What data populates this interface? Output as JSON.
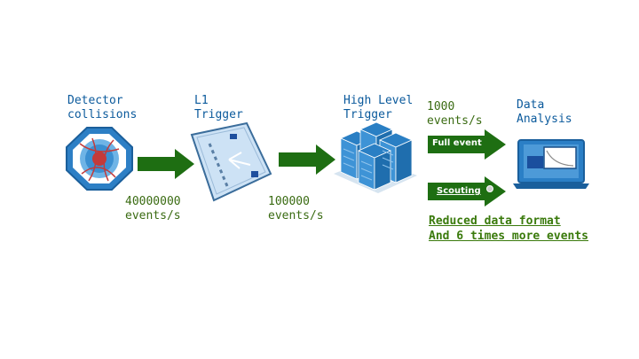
{
  "stages": {
    "detector": {
      "label": "Detector\ncollisions",
      "icon": "detector-octagon-icon"
    },
    "l1": {
      "label": "L1\nTrigger",
      "icon": "chip-board-icon"
    },
    "hlt": {
      "label": "High Level\nTrigger",
      "icon": "server-rack-icon"
    },
    "analysis": {
      "label": "Data\nAnalysis",
      "icon": "laptop-chart-icon"
    }
  },
  "rates": {
    "detector_out": "40000000\nevents/s",
    "l1_out": "100000\nevents/s",
    "hlt_out": "1000\nevents/s"
  },
  "streams": {
    "full_event": "Full event",
    "scouting": "Scouting"
  },
  "note": {
    "line1": "Reduced data format",
    "line2": "And 6 times more events"
  },
  "colors": {
    "label_blue": "#0b5a9c",
    "arrow_green": "#1e6e12",
    "text_green": "#3a7a0c",
    "device_blue": "#2a7fc4"
  }
}
